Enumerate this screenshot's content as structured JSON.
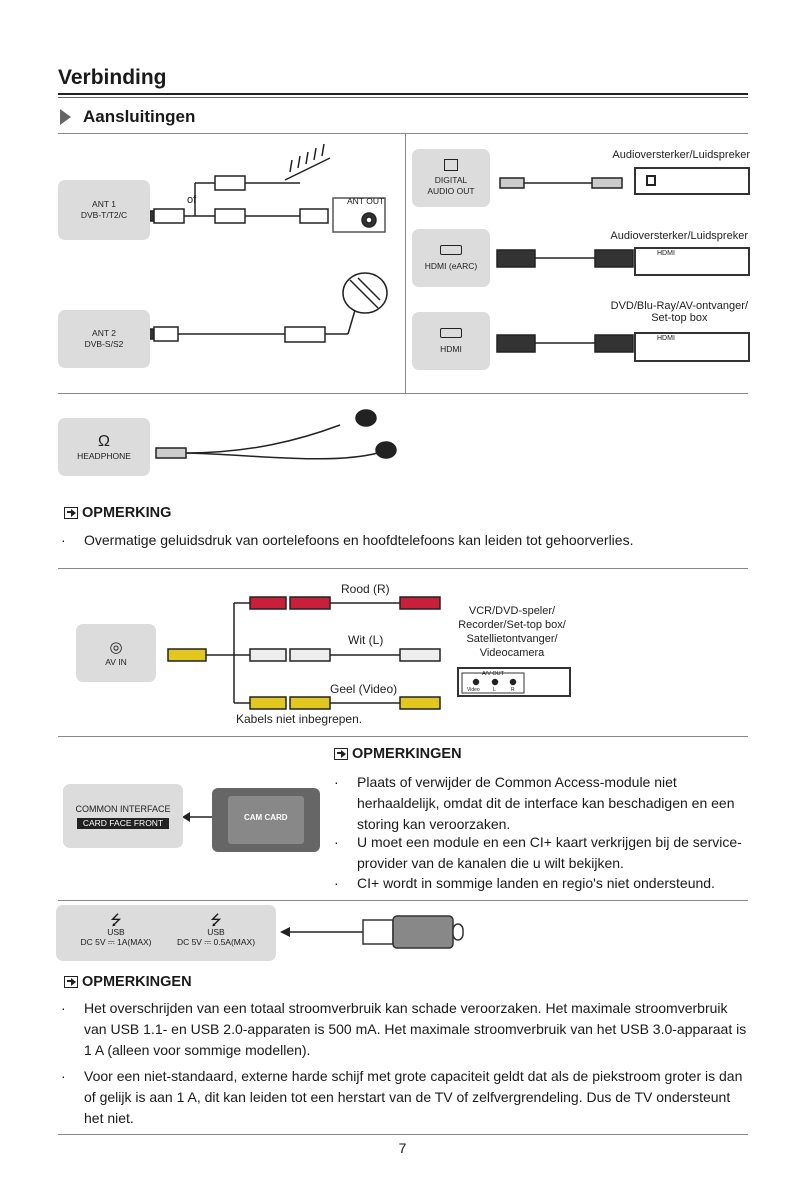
{
  "header": {
    "title": "Verbinding",
    "subtitle": "Aansluitingen"
  },
  "antenna": {
    "ant1_line1": "ANT 1",
    "ant1_line2": "DVB-T/T2/C",
    "of": "of",
    "ant_out": "ANT OUT",
    "ant2_line1": "ANT 2",
    "ant2_line2": "DVB-S/S2"
  },
  "audio": {
    "digital_line1": "DIGITAL",
    "digital_line2": "AUDIO OUT",
    "hdmi_earc": "HDMI (eARC)",
    "hdmi": "HDMI",
    "amp1": "Audioversterker/Luidspreker",
    "amp2": "Audioversterker/Luidspreker",
    "dvd_line1": "DVD/Blu-Ray/AV-ontvanger/",
    "dvd_line2": "Set-top box",
    "hdmi_small": "HDMI"
  },
  "headphone": {
    "label": "HEADPHONE"
  },
  "note1": {
    "heading": "OPMERKING",
    "text": "Overmatige geluidsdruk van oortelefoons en hoofdtelefoons kan leiden tot gehoorverlies."
  },
  "av": {
    "panel": "AV IN",
    "red": "Rood (R)",
    "white": "Wit (L)",
    "yellow": "Geel (Video)",
    "dev1": "VCR/DVD-speler/",
    "dev2": "Recorder/Set-top box/",
    "dev3": "Satellietontvanger/",
    "dev4": "Videocamera",
    "avout": "A/V OUT",
    "video": "Video",
    "l": "L",
    "r": "R",
    "cables": "Kabels niet inbegrepen."
  },
  "ci": {
    "line1": "COMMON INTERFACE",
    "line2": "CARD FACE FRONT",
    "card": "CAM CARD",
    "heading": "OPMERKINGEN",
    "bullets": [
      "Plaats of verwijder de Common Access-module niet herhaaldelijk, omdat dit de interface kan beschadigen en een storing kan veroorzaken.",
      "U moet een module en een CI+ kaart verkrijgen bij de service-provider van de kanalen die u wilt bekijken.",
      "CI+ wordt in sommige landen en regio's niet ondersteund."
    ]
  },
  "usb": {
    "usb1": "USB",
    "spec1": "DC 5V ⎓ 1A(MAX)",
    "usb2": "USB",
    "spec2": "DC 5V ⎓ 0.5A(MAX)"
  },
  "note3": {
    "heading": "OPMERKINGEN",
    "bullets": [
      "Het overschrijden van een totaal stroomverbruik kan schade veroorzaken. Het maximale stroomverbruik van USB 1.1- en USB 2.0-apparaten is 500 mA. Het maximale stroomverbruik van het USB 3.0-apparaat is 1 A (alleen voor sommige modellen).",
      "Voor een niet-standaard, externe harde schijf met grote capaciteit geldt dat als de piekstroom groter is dan of gelijk is aan 1 A, dit kan leiden tot een herstart van de TV of zelfvergrendeling. Dus de TV ondersteunt het niet."
    ]
  },
  "footer": {
    "page": "7"
  }
}
